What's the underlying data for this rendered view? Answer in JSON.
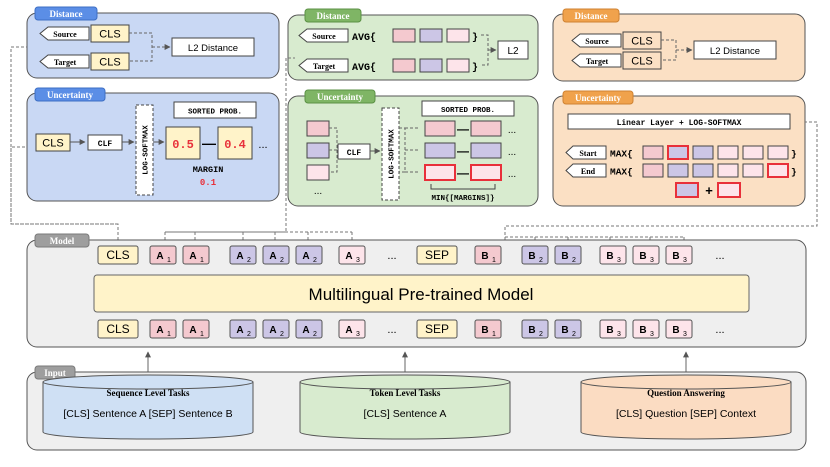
{
  "colors": {
    "blue_fill": "#c9d8f4",
    "blue_tag": "#5b8ee6",
    "green_fill": "#d8ebcf",
    "green_tag": "#7fb565",
    "orange_fill": "#fbe0c4",
    "orange_tag": "#f0a24c",
    "yellow_fill": "#fff3c9",
    "red": "#e8303a",
    "pink": "#f4c9cf",
    "lilac": "#ccc6e6",
    "light_pink": "#fde4ea",
    "gray_panel": "#efefef",
    "gray_tag": "#9e9e9e"
  },
  "seq_task": {
    "distance": {
      "tag": "Distance",
      "source_label": "Source",
      "target_label": "Target",
      "cls": "CLS",
      "metric": "L2 Distance"
    },
    "uncertainty": {
      "tag": "Uncertainty",
      "cls": "CLS",
      "clf": "CLF",
      "softmax": "LOG-SOFTMAX",
      "sorted": "SORTED PROB.",
      "p1": "0.5",
      "minus": "—",
      "p2": "0.4",
      "ellipsis": "...",
      "margin_label": "MARGIN",
      "margin_value": "0.1"
    }
  },
  "token_task": {
    "distance": {
      "tag": "Distance",
      "source_label": "Source",
      "target_label": "Target",
      "avg": "AVG{",
      "close": "}",
      "metric": "L2"
    },
    "uncertainty": {
      "tag": "Uncertainty",
      "clf": "CLF",
      "softmax": "LOG-SOFTMAX",
      "sorted": "SORTED PROB.",
      "ellipsis": "...",
      "min_margins": "MIN{[MARGINS]}"
    }
  },
  "qa_task": {
    "distance": {
      "tag": "Distance",
      "source_label": "Source",
      "target_label": "Target",
      "cls": "CLS",
      "metric": "L2 Distance"
    },
    "uncertainty": {
      "tag": "Uncertainty",
      "linear": "Linear Layer + LOG-SOFTMAX",
      "start": "Start",
      "end": "End",
      "max": "MAX{",
      "close": "}",
      "plus": "+"
    }
  },
  "model": {
    "tag": "Model",
    "title": "Multilingual Pre-trained Model",
    "tokens": [
      {
        "text": "CLS",
        "sub": "",
        "kind": "cls"
      },
      {
        "text": "A",
        "sub": "1",
        "kind": "pink"
      },
      {
        "text": "A",
        "sub": "1",
        "kind": "pink"
      },
      {
        "text": "A",
        "sub": "2",
        "kind": "lilac"
      },
      {
        "text": "A",
        "sub": "2",
        "kind": "lilac"
      },
      {
        "text": "A",
        "sub": "2",
        "kind": "lilac"
      },
      {
        "text": "A",
        "sub": "3",
        "kind": "light"
      },
      {
        "text": "...",
        "sub": "",
        "kind": "ellipsis"
      },
      {
        "text": "SEP",
        "sub": "",
        "kind": "cls"
      },
      {
        "text": "B",
        "sub": "1",
        "kind": "pink"
      },
      {
        "text": "B",
        "sub": "2",
        "kind": "lilac"
      },
      {
        "text": "B",
        "sub": "2",
        "kind": "lilac"
      },
      {
        "text": "B",
        "sub": "3",
        "kind": "light"
      },
      {
        "text": "B",
        "sub": "3",
        "kind": "light"
      },
      {
        "text": "B",
        "sub": "3",
        "kind": "light"
      },
      {
        "text": "...",
        "sub": "",
        "kind": "ellipsis"
      }
    ]
  },
  "input": {
    "tag": "Input",
    "tasks": [
      {
        "title": "Sequence Level Tasks",
        "text": "[CLS] Sentence A [SEP] Sentence B",
        "color": "#cfe0f4"
      },
      {
        "title": "Token Level Tasks",
        "text": "[CLS] Sentence A",
        "color": "#d8ebcf"
      },
      {
        "title": "Question Answering",
        "text": "[CLS] Question [SEP] Context",
        "color": "#fbdcc2"
      }
    ]
  }
}
